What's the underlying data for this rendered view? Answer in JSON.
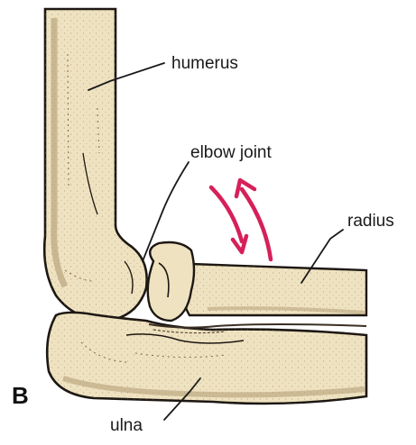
{
  "figure": {
    "panel_letter": "B",
    "colors": {
      "bone_fill": "#efe2c0",
      "bone_shadow": "#b9a57e",
      "outline": "#1c1712",
      "arrow": "#d6205a",
      "leader": "#1a1a1a",
      "background": "#ffffff"
    },
    "labels": {
      "humerus": "humerus",
      "elbow_joint": "elbow joint",
      "radius": "radius",
      "ulna": "ulna"
    },
    "icons": {
      "motion_arrows": "curved-double-arrow-icon"
    }
  }
}
